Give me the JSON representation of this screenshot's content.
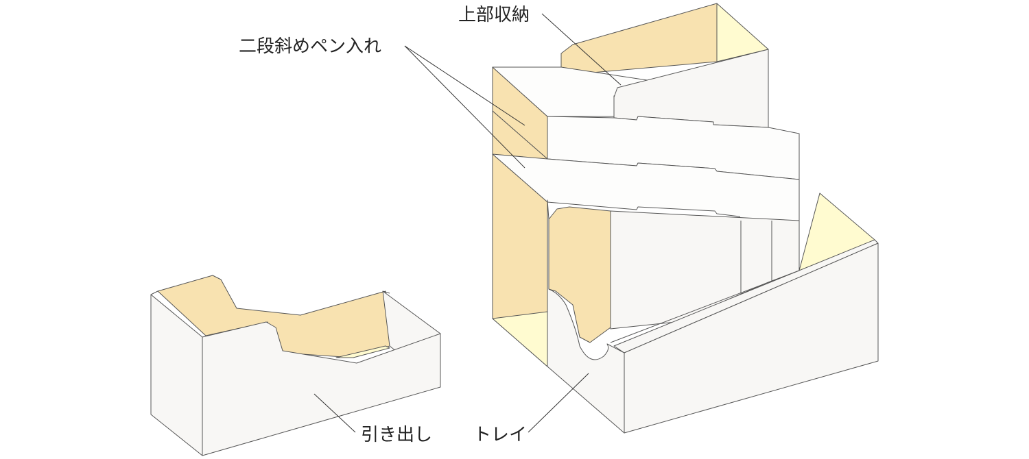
{
  "diagram": {
    "labels": {
      "upper_storage": "上部収納",
      "pen_holder": "二段斜めペン入れ",
      "drawer": "引き出し",
      "tray": "トレイ"
    },
    "colors": {
      "panel_white": "#f8f7f5",
      "panel_light": "#fdfdfc",
      "interior_tan": "#f8e2b0",
      "interior_cream": "#fffbd0",
      "edge": "#555555",
      "leader": "#333333"
    }
  }
}
